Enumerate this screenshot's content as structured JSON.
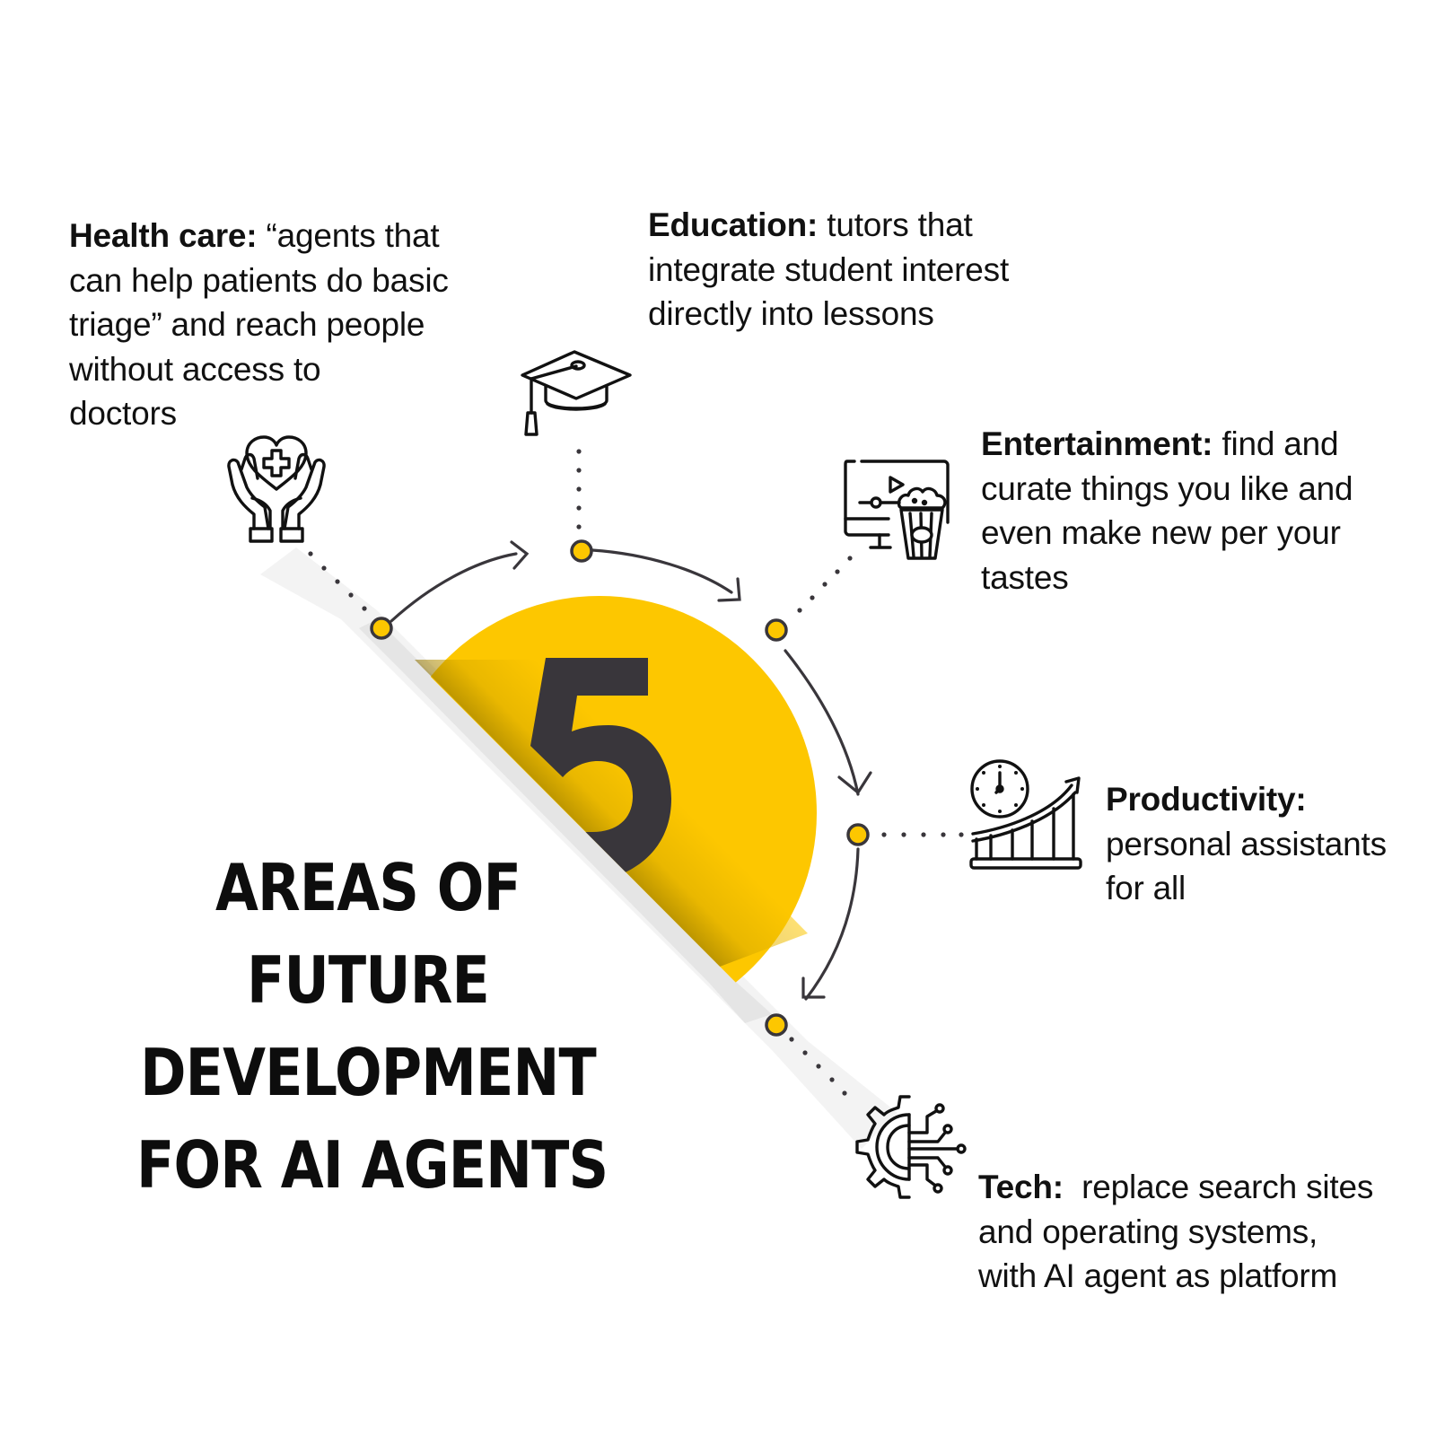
{
  "title": {
    "number": "5",
    "lines": [
      "AREAS OF",
      "FUTURE",
      "DEVELOPMENT",
      "FOR AI AGENTS"
    ]
  },
  "colors": {
    "accent_yellow": "#FDC700",
    "dark": "#39363B",
    "text": "#111111",
    "background": "#FFFFFF"
  },
  "areas": [
    {
      "id": "health-care",
      "label": "Health care:",
      "lines": [
        " “agents that",
        "can help patients do basic",
        "triage” and reach people",
        "without access to",
        "doctors"
      ],
      "icon": "hands-heart-medical-icon"
    },
    {
      "id": "education",
      "label": "Education:",
      "lines": [
        " tutors that",
        "integrate student interest",
        "directly into lessons"
      ],
      "icon": "graduation-cap-icon"
    },
    {
      "id": "entertainment",
      "label": "Entertainment:",
      "lines": [
        " find and",
        "curate things you like and",
        "even make new per your",
        "tastes"
      ],
      "icon": "monitor-popcorn-icon"
    },
    {
      "id": "productivity",
      "label": "Productivity:",
      "lines": [
        "",
        "personal assistants",
        "for all"
      ],
      "icon": "clock-growth-chart-icon"
    },
    {
      "id": "tech",
      "label": "Tech:",
      "lines": [
        "  replace search sites",
        "and operating systems,",
        "with AI agent as platform"
      ],
      "icon": "gear-circuit-icon"
    }
  ]
}
